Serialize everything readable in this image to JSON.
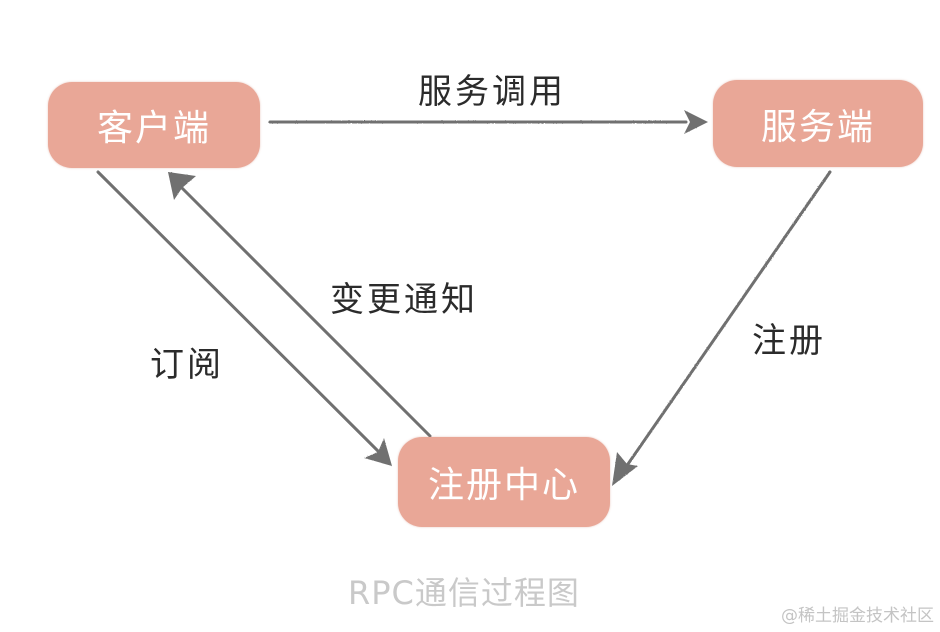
{
  "nodes": {
    "client": "客户端",
    "server": "服务端",
    "registry": "注册中心"
  },
  "edges": {
    "call": "服务调用",
    "notify": "变更通知",
    "subscribe": "订阅",
    "register": "注册"
  },
  "caption": "RPC通信过程图",
  "watermark": "@稀土掘金技术社区",
  "colors": {
    "node_fill": "#e9a797",
    "node_text": "#ffffff",
    "arrow": "#6f6f6f",
    "label_text": "#2b2b2b",
    "caption_text": "#c9c9c9"
  }
}
